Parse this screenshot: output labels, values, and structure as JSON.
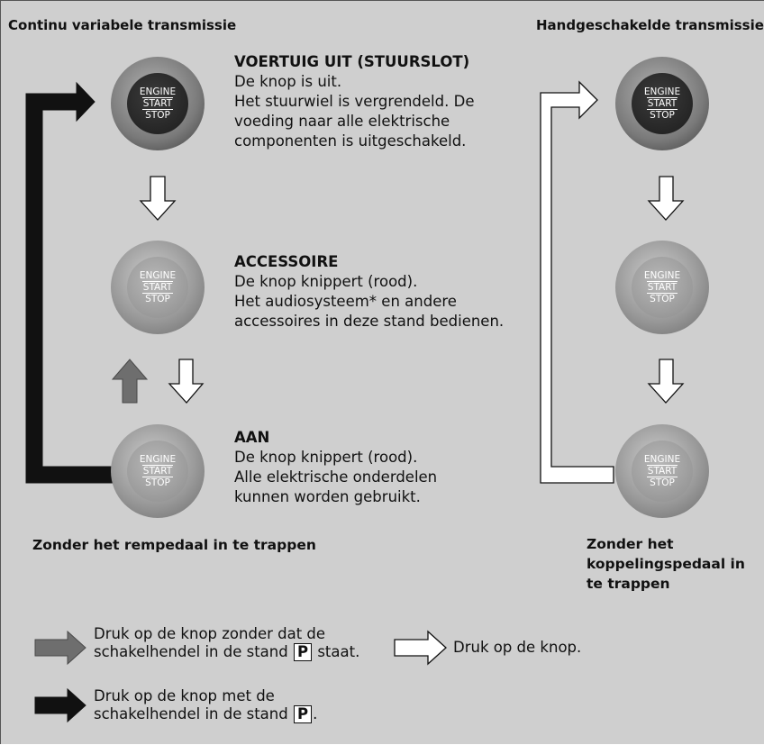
{
  "headers": {
    "left": "Continu variabele transmissie",
    "right": "Handgeschakelde transmissie"
  },
  "button_label": {
    "line1": "ENGINE",
    "line2": "START",
    "line3": "STOP"
  },
  "states": [
    {
      "title": "VOERTUIG UIT (STUURSLOT)",
      "lines": [
        "De knop is uit.",
        "Het stuurwiel is vergrendeld. De",
        "voeding naar alle elektrische",
        "componenten is uitgeschakeld."
      ]
    },
    {
      "title": "ACCESSOIRE",
      "lines": [
        "De knop knippert (rood).",
        "Het audiosysteem* en andere",
        "accessoires in deze stand bedienen."
      ]
    },
    {
      "title": "AAN",
      "lines": [
        "De knop knippert (rood).",
        "Alle elektrische onderdelen",
        "kunnen worden gebruikt."
      ]
    }
  ],
  "captions": {
    "left": "Zonder het rempedaal in te trappen",
    "right": [
      "Zonder het",
      "koppelingspedaal in",
      "te trappen"
    ]
  },
  "legend": {
    "gray_arrow": {
      "line1": "Druk op de knop zonder dat de",
      "line2_before": "schakelhendel in de stand",
      "p": "P",
      "line2_after": "staat."
    },
    "white_arrow": "Druk op de knop.",
    "black_arrow": {
      "line1": "Druk op de knop met de",
      "line2_before": "schakelhendel in de stand",
      "p": "P",
      "line2_after": "."
    }
  },
  "colors": {
    "background": "#cfcfcf",
    "black_arrow": "#111111",
    "gray_arrow": "#6e6e6e",
    "white_arrow": "#ffffff"
  }
}
